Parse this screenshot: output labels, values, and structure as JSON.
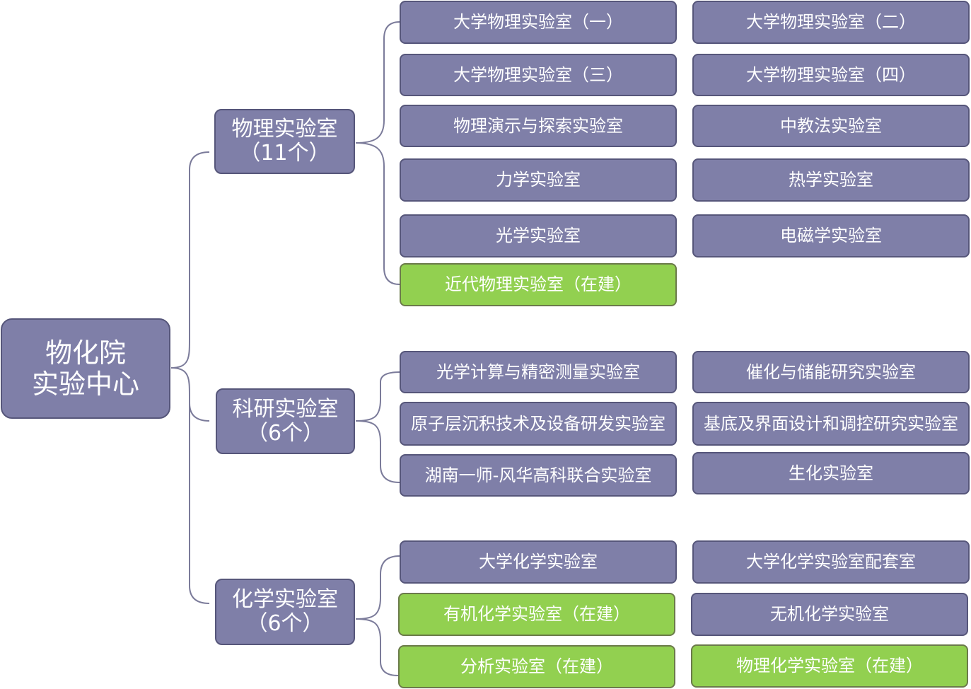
{
  "root": {
    "lines": [
      "物化院",
      "实验中心"
    ]
  },
  "physics": {
    "lines": [
      "物理实验室",
      "（11个）"
    ],
    "labs": [
      {
        "name": "大学物理实验室（一）",
        "building": false
      },
      {
        "name": "大学物理实验室（二）",
        "building": false
      },
      {
        "name": "大学物理实验室（三）",
        "building": false
      },
      {
        "name": "大学物理实验室（四）",
        "building": false
      },
      {
        "name": "物理演示与探索实验室",
        "building": false
      },
      {
        "name": "中教法实验室",
        "building": false
      },
      {
        "name": "力学实验室",
        "building": false
      },
      {
        "name": "热学实验室",
        "building": false
      },
      {
        "name": "光学实验室",
        "building": false
      },
      {
        "name": "电磁学实验室",
        "building": false
      },
      {
        "name": "近代物理实验室（在建）",
        "building": true
      }
    ]
  },
  "research": {
    "lines": [
      "科研实验室",
      "（6个）"
    ],
    "labs": [
      {
        "name": "光学计算与精密测量实验室",
        "building": false
      },
      {
        "name": "催化与储能研究实验室",
        "building": false
      },
      {
        "name": "原子层沉积技术及设备研发实验室",
        "building": false
      },
      {
        "name": "基底及界面设计和调控研究实验室",
        "building": false
      },
      {
        "name": "湖南一师-风华高科联合实验室",
        "building": false
      },
      {
        "name": "生化实验室",
        "building": false
      }
    ]
  },
  "chemistry": {
    "lines": [
      "化学实验室",
      "（6个）"
    ],
    "labs": [
      {
        "name": "大学化学实验室",
        "building": false
      },
      {
        "name": "大学化学实验室配套室",
        "building": false
      },
      {
        "name": "有机化学实验室（在建）",
        "building": true
      },
      {
        "name": "无机化学实验室",
        "building": false
      },
      {
        "name": "分析实验室（在建）",
        "building": true
      },
      {
        "name": "物理化学实验室（在建）",
        "building": true
      }
    ]
  },
  "colors": {
    "node_fill": "#7f7fa8",
    "node_border": "#56567a",
    "building_fill": "#92d050",
    "connector": "#7b7b9a"
  }
}
